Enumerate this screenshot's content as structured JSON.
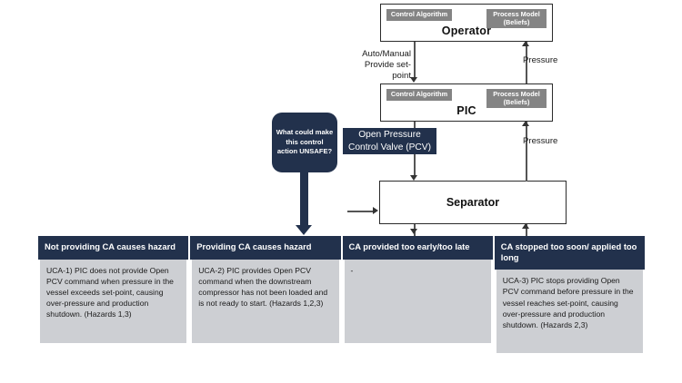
{
  "diagram": {
    "blocks": {
      "operator": {
        "title": "Operator",
        "control_algorithm": "Control Algorithm",
        "process_model": "Process Model\n(Beliefs)"
      },
      "pic": {
        "title": "PIC",
        "control_algorithm": "Control Algorithm",
        "process_model": "Process Model\n(Beliefs)"
      },
      "separator": {
        "title": "Separator"
      }
    },
    "edge_labels": {
      "operator_to_pic": "Auto/Manual\nProvide set-point",
      "pic_to_operator_feedback": "Pressure",
      "separator_to_pic_feedback": "Pressure"
    },
    "control_action": {
      "label": "Open Pressure\nControl Valve (PCV)"
    },
    "callout": {
      "text": "What could make this control action UNSAFE?"
    },
    "colors": {
      "navy": "#22314c",
      "table_cell_gray": "#cdcfd3",
      "sub_box_gray": "#848484",
      "line_gray": "#555555"
    }
  },
  "uca_table": {
    "columns": [
      {
        "header": "Not providing CA causes hazard",
        "cell": "UCA-1) PIC does not provide Open PCV command when pressure in the vessel exceeds set-point, causing over-pressure and production shutdown. (Hazards 1,3)"
      },
      {
        "header": "Providing CA causes hazard",
        "cell": "UCA-2) PIC provides Open PCV command when the downstream compressor has not been loaded and is not ready to start. (Hazards 1,2,3)"
      },
      {
        "header": "CA provided too  early/too late",
        "cell": "-"
      },
      {
        "header": "CA stopped too soon/ applied too long",
        "cell": "UCA-3) PIC stops providing Open PCV command before pressure in the vessel reaches set-point, causing over-pressure and production shutdown. (Hazards 2,3)"
      }
    ]
  }
}
